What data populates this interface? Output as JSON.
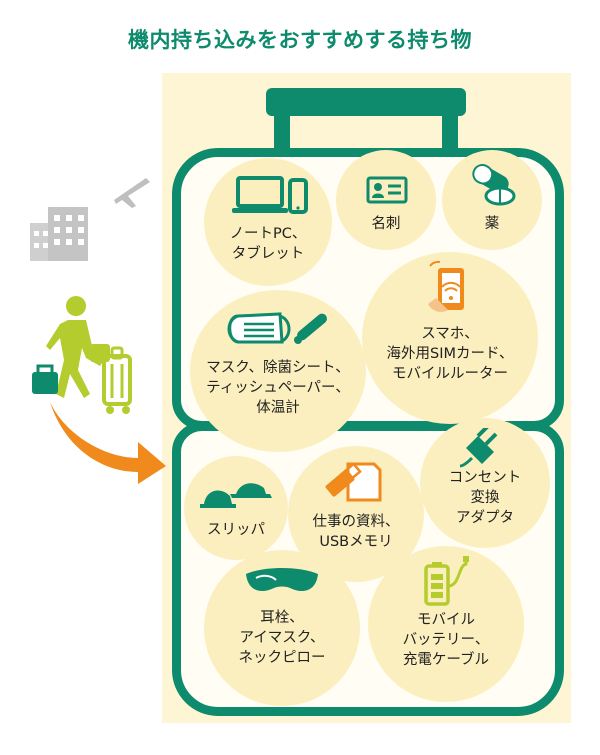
{
  "title": "機内持ち込みをおすすめする持ち物",
  "colors": {
    "accent": "#0e8a6d",
    "panel": "#fdf5d4",
    "circle": "#fcefbf",
    "orange": "#f08a1c",
    "lime": "#b5cc2e",
    "gray": "#bfbfbf"
  },
  "items": [
    {
      "id": "laptop-tablet",
      "label": "ノートPC、\nタブレット",
      "icon": "laptop-icon"
    },
    {
      "id": "business-card",
      "label": "名刺",
      "icon": "business-card-icon"
    },
    {
      "id": "medicine",
      "label": "薬",
      "icon": "pill-icon"
    },
    {
      "id": "mask-tissue",
      "label": "マスク、除菌シート、\nティッシュペーパー、\n体温計",
      "icon": "mask-icon"
    },
    {
      "id": "smartphone",
      "label": "スマホ、\n海外用SIMカード、\nモバイルルーター",
      "icon": "smartphone-icon"
    },
    {
      "id": "slippers",
      "label": "スリッパ",
      "icon": "slipper-icon"
    },
    {
      "id": "documents",
      "label": "仕事の資料、\nUSBメモリ",
      "icon": "usb-document-icon"
    },
    {
      "id": "adapter",
      "label": "コンセント\n変換\nアダプタ",
      "icon": "plug-icon"
    },
    {
      "id": "earplugs",
      "label": "耳栓、\nアイマスク、\nネックピロー",
      "icon": "eye-mask-icon"
    },
    {
      "id": "battery",
      "label": "モバイル\nバッテリー、\n充電ケーブル",
      "icon": "battery-icon"
    }
  ]
}
